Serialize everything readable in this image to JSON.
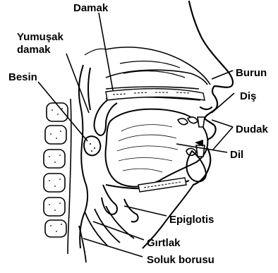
{
  "labels": {
    "damak": "Damak",
    "yumusak_damak_line1": "Yumuşak",
    "yumusak_damak_line2": "damak",
    "besin": "Besin",
    "burun": "Burun",
    "dis": "Diş",
    "dudak": "Dudak",
    "dil": "Dil",
    "epiglotis": "Epiglotis",
    "girtlak": "Gırtlak",
    "soluk_borusu": "Soluk borusu"
  },
  "colors": {
    "ink": "#000000",
    "background": "#ffffff"
  }
}
